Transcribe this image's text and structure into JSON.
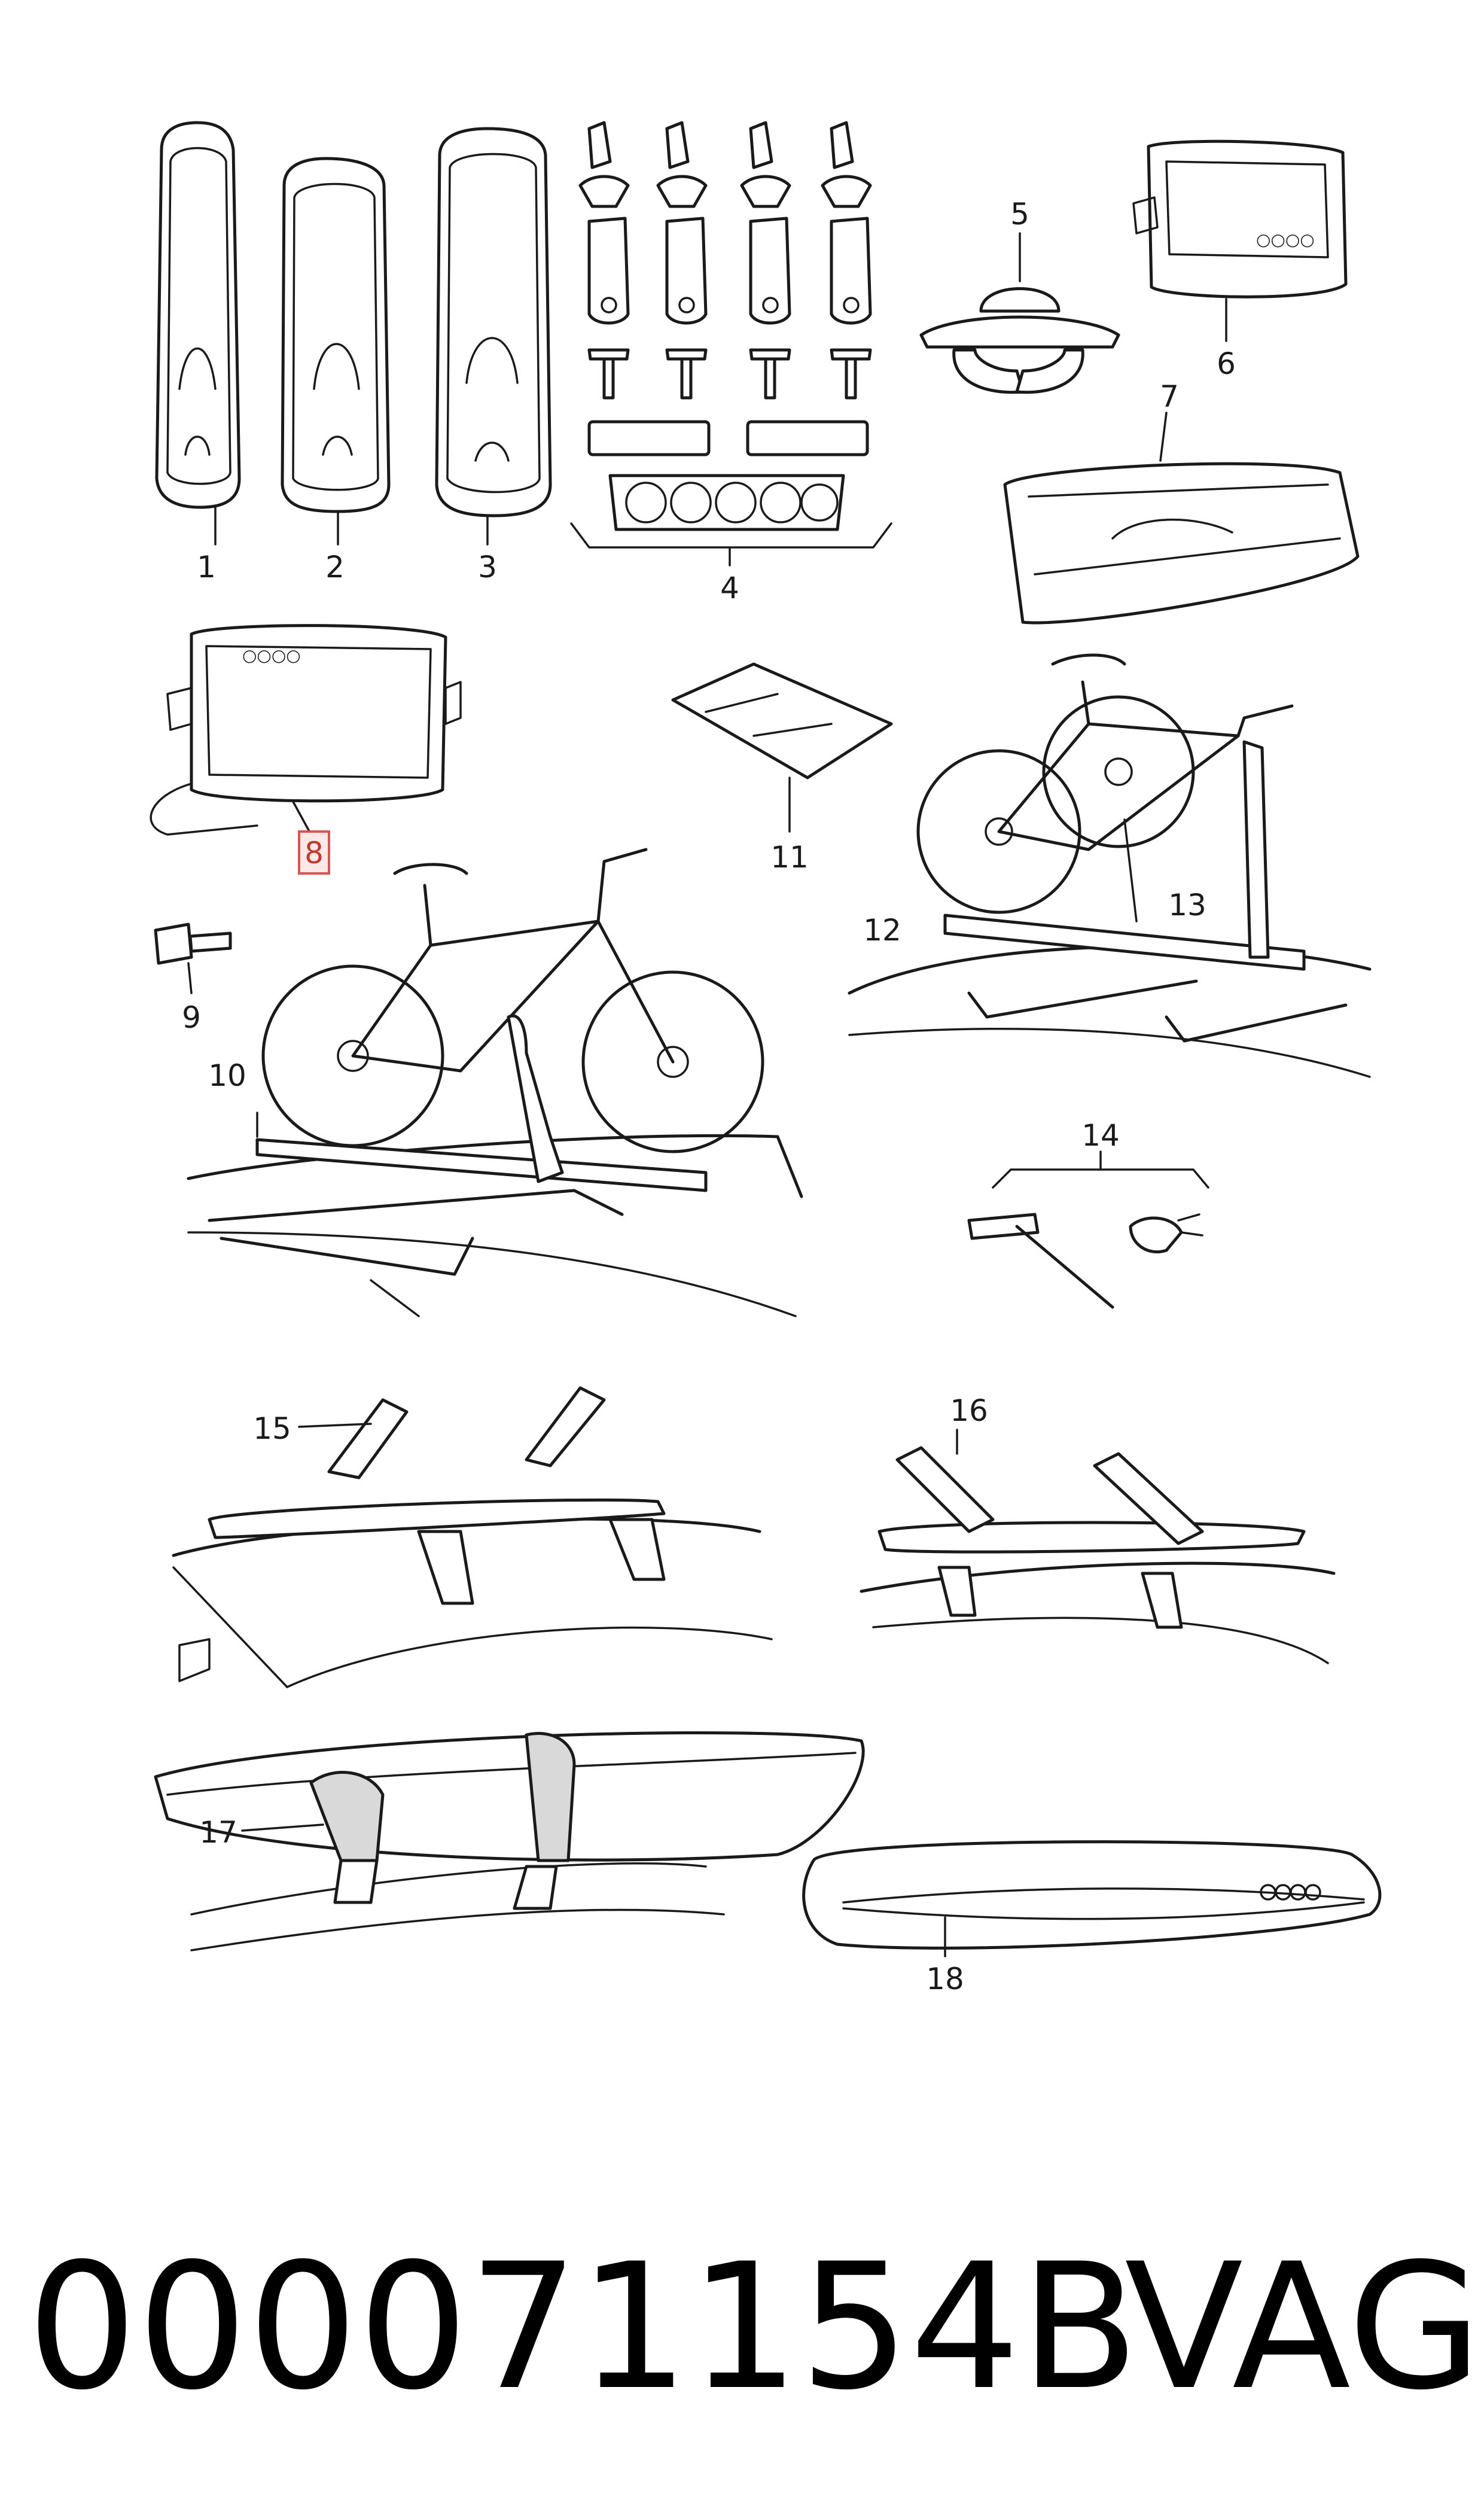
{
  "callouts": {
    "c1": "1",
    "c2": "2",
    "c3": "3",
    "c4": "4",
    "c5": "5",
    "c6": "6",
    "c7": "7",
    "c8": "8",
    "c9": "9",
    "c10": "10",
    "c11": "11",
    "c12": "12",
    "c13": "13",
    "c14": "14",
    "c15": "15",
    "c16": "16",
    "c17": "17",
    "c18": "18"
  },
  "highlighted_callout": "8",
  "footer": {
    "part_number": "000071154B",
    "brand": "VAG"
  },
  "colors": {
    "line": "#1a1a1a",
    "highlight_stroke": "#d9534f",
    "highlight_fill": "#fde8e8"
  }
}
